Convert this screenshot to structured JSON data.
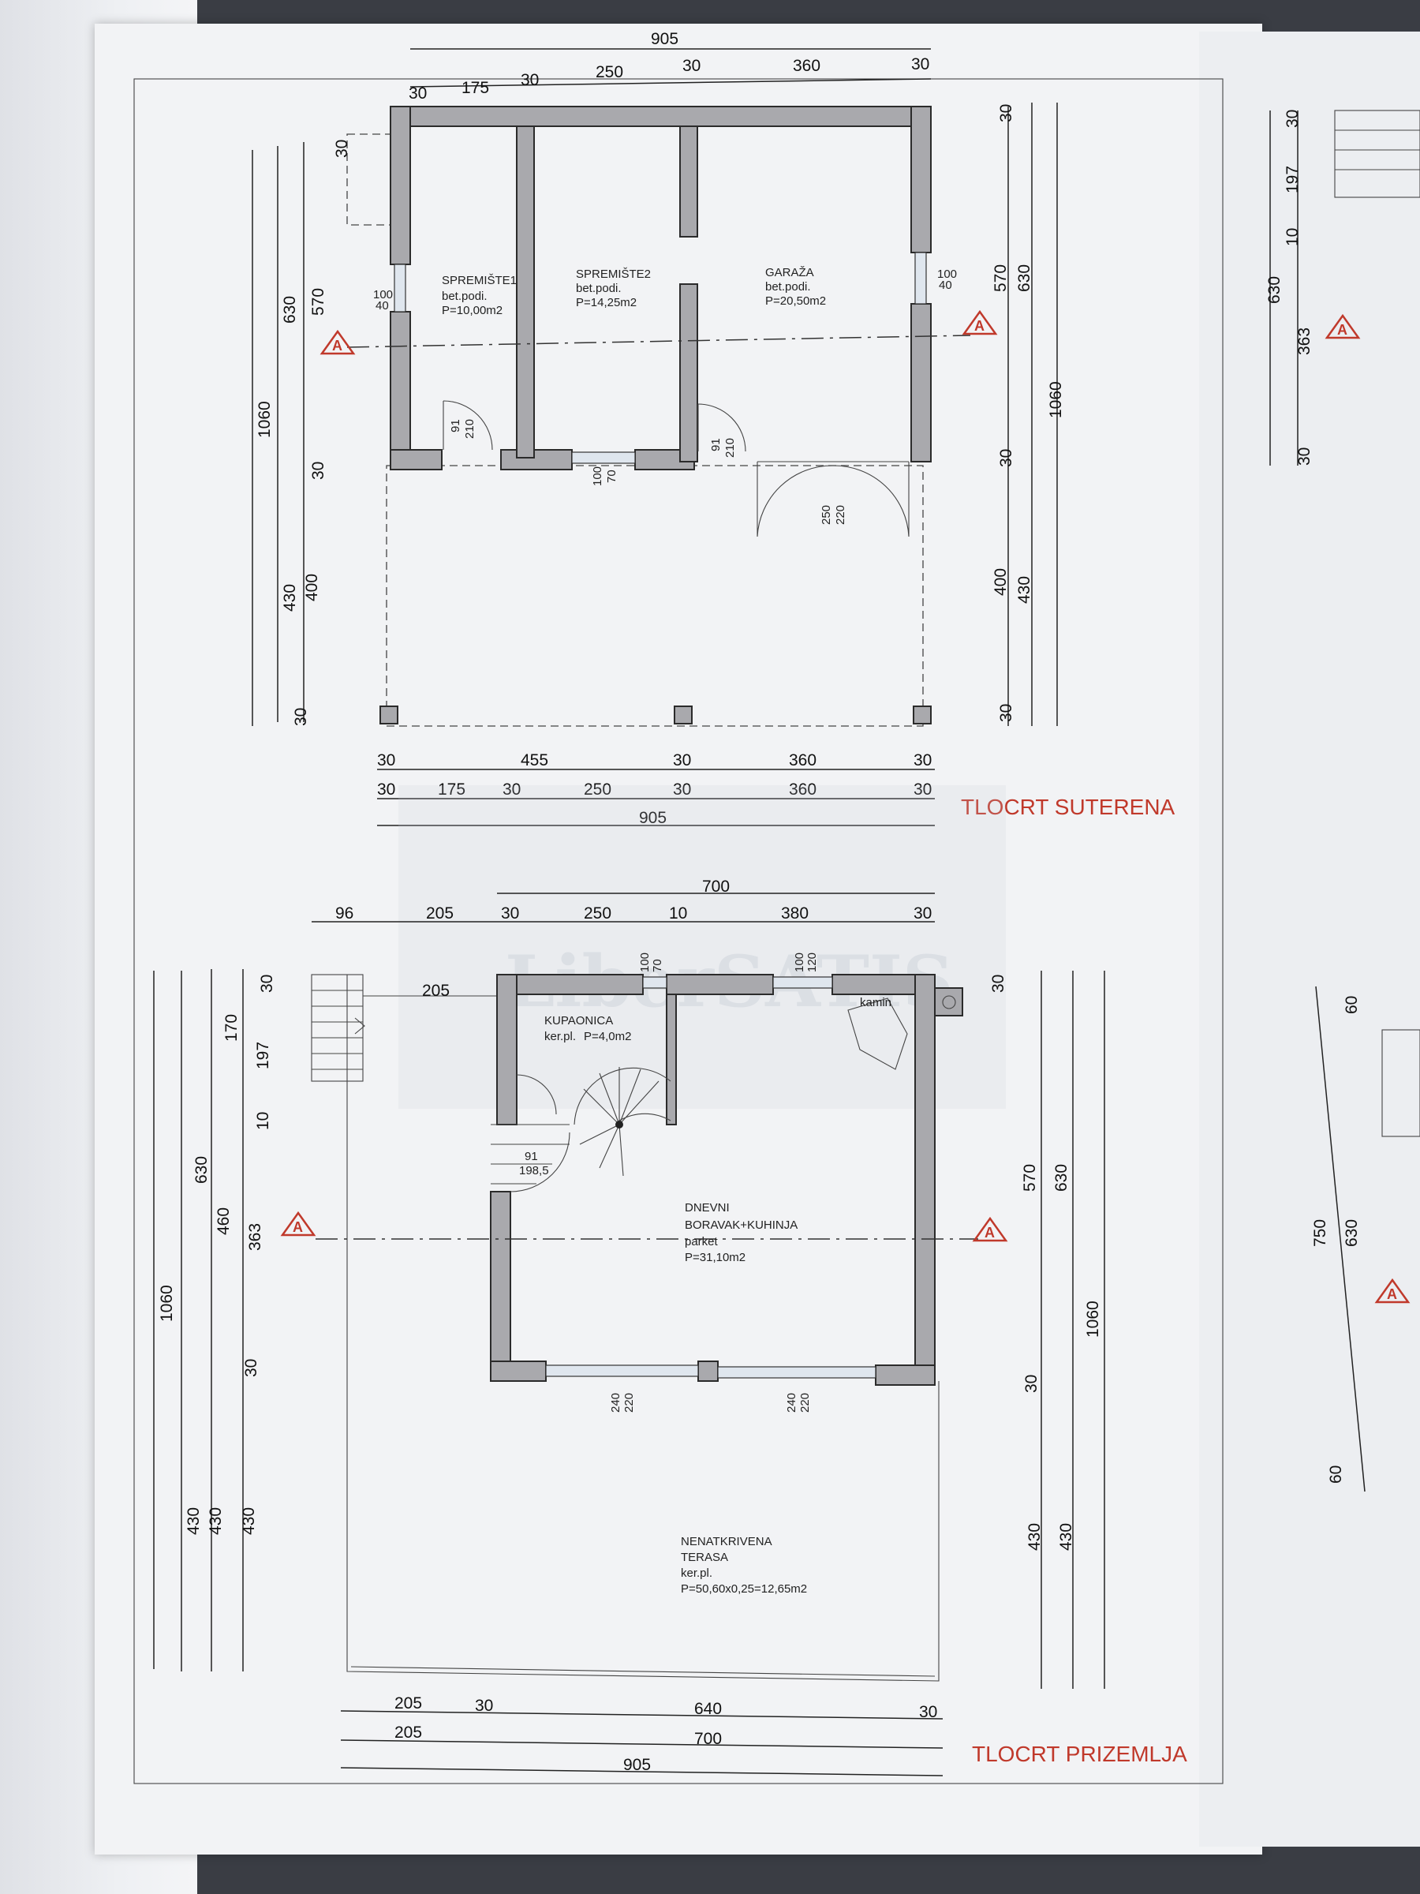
{
  "plans": {
    "basement": {
      "title": "TLOCRT SUTERENA",
      "rooms": {
        "storage1": {
          "name": "SPREMIŠTE1",
          "floor": "bet.podi.",
          "area": "P=10,00m2"
        },
        "storage2": {
          "name": "SPREMIŠTE2",
          "floor": "bet.podi.",
          "area": "P=14,25m2"
        },
        "garage": {
          "name": "GARAŽA",
          "floor": "bet.podi.",
          "area": "P=20,50m2"
        }
      },
      "dims_top": {
        "total": "905",
        "a": "30",
        "b": "175",
        "c": "30",
        "d": "250",
        "e": "30",
        "f": "360",
        "g": "30"
      },
      "dims_bottom1": {
        "a": "30",
        "b": "455",
        "c": "30",
        "d": "360",
        "e": "30"
      },
      "dims_bottom2": {
        "a": "30",
        "b": "175",
        "c": "30",
        "d": "250",
        "e": "30",
        "f": "360",
        "g": "30"
      },
      "dims_bottom_total": "905",
      "dims_left": {
        "total": "1060",
        "h630": "630",
        "h570": "570",
        "h30a": "30",
        "h30b": "30",
        "h430": "430",
        "h400": "400",
        "h30c": "30"
      },
      "dims_right": {
        "h30a": "30",
        "h570": "570",
        "h630": "630",
        "h1060": "1060",
        "h30b": "30",
        "h400": "400",
        "h430": "430",
        "h30c": "30"
      },
      "openings": {
        "win_left_w": "100",
        "win_left_h": "40",
        "win_right_w": "100",
        "win_right_h": "40",
        "door1_w": "91",
        "door1_h": "210",
        "win_bottom_w": "100",
        "win_bottom_h": "70",
        "door2_w": "91",
        "door2_h": "210",
        "garage_door_w": "250",
        "garage_door_h": "220"
      }
    },
    "ground": {
      "title": "TLOCRT PRIZEMLJA",
      "rooms": {
        "bathroom": {
          "name": "KUPAONICA",
          "floor": "ker.pl.",
          "area": "P=4,0m2"
        },
        "living": {
          "name1": "DNEVNI",
          "name2": "BORAVAK+KUHINJA",
          "floor": "parket",
          "area": "P=31,10m2"
        },
        "terrace": {
          "name1": "NENATKRIVENA",
          "name2": "TERASA",
          "floor": "ker.pl.",
          "area": "P=50,60x0,25=12,65m2"
        }
      },
      "fireplace": "kamin",
      "dims_top_total": "700",
      "dims_top": {
        "a": "96",
        "b": "205",
        "c": "30",
        "d": "250",
        "e": "10",
        "f": "380",
        "g": "30"
      },
      "stair_width": "205",
      "dims_left": {
        "total": "1060",
        "h630": "630",
        "h460": "460",
        "h170": "170",
        "h197": "197",
        "h10": "10",
        "h363": "363",
        "h30a": "30",
        "h30b": "30",
        "h430a": "430",
        "h430b": "430",
        "h430c": "430"
      },
      "dims_right": {
        "h30a": "30",
        "h570": "570",
        "h630": "630",
        "h1060": "1060",
        "h30b": "30",
        "h430a": "430",
        "h430b": "430"
      },
      "dims_bottom1": {
        "a": "205",
        "b": "30",
        "c": "640",
        "d": "30"
      },
      "dims_bottom2": {
        "a": "205",
        "b": "700"
      },
      "dims_bottom_total": "905",
      "openings": {
        "win1_w": "100",
        "win1_h": "70",
        "win2_w": "100",
        "win2_h": "120",
        "door_w": "91",
        "door_h": "198,5",
        "win3_w": "240",
        "win3_h": "220",
        "win4_w": "240",
        "win4_h": "220"
      }
    },
    "right_partial": {
      "upper": {
        "a": "30",
        "b": "197",
        "c": "10",
        "d": "630",
        "e": "363",
        "f": "30"
      },
      "lower": {
        "a": "60",
        "b": "750",
        "c": "630",
        "d": "60"
      }
    },
    "section_marker": "A",
    "watermark": "LiberSATIS"
  }
}
